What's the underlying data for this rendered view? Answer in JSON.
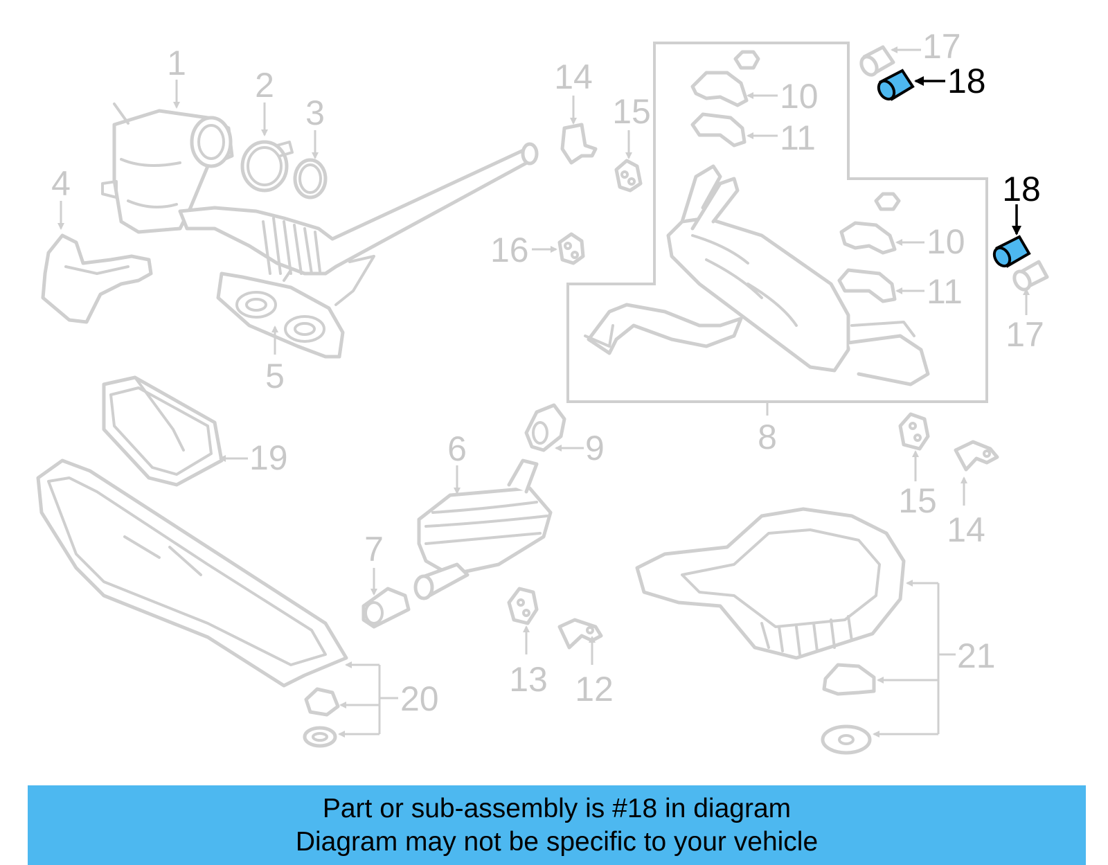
{
  "diagram": {
    "highlight_color": "#4db8f0",
    "callouts": [
      "1",
      "2",
      "3",
      "4",
      "5",
      "6",
      "7",
      "8",
      "9",
      "10",
      "10",
      "11",
      "11",
      "12",
      "13",
      "14",
      "14",
      "15",
      "15",
      "16",
      "17",
      "17",
      "18",
      "18",
      "19",
      "20",
      "21"
    ],
    "highlighted_part": "18"
  },
  "banner": {
    "line1": "Part or sub-assembly is #18 in diagram",
    "line2": "Diagram may not be specific to your vehicle",
    "background": "#4db8f0"
  }
}
